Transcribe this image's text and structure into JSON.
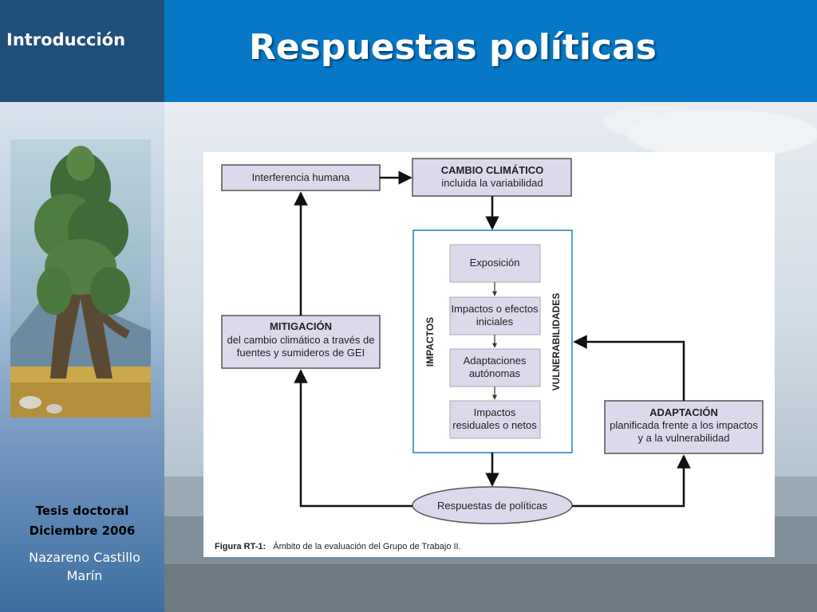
{
  "sidebar": {
    "section_title": "Introducción",
    "thesis_label": "Tesis doctoral",
    "date": "Diciembre 2006",
    "author_line1": "Nazareno Castillo",
    "author_line2": "Marín"
  },
  "header": {
    "title": "Respuestas políticas"
  },
  "diagram": {
    "interferencia": "Interferencia humana",
    "cambio_title": "CAMBIO CLIMÁTICO",
    "cambio_sub": "incluida la variabilidad",
    "exposicion": "Exposición",
    "impactos_iniciales_1": "Impactos o efectos",
    "impactos_iniciales_2": "iniciales",
    "adaptaciones_1": "Adaptaciones",
    "adaptaciones_2": "autónomas",
    "residuales_1": "Impactos",
    "residuales_2": "residuales o netos",
    "impactos_vertical": "IMPACTOS",
    "vulnerabilidades_vertical": "VULNERABILIDADES",
    "mitigacion_title": "MITIGACIÓN",
    "mitigacion_1": "del cambio climático a través de",
    "mitigacion_2": "fuentes y sumideros de GEI",
    "adaptacion_title": "ADAPTACIÓN",
    "adaptacion_1": "planificada frente a los impactos",
    "adaptacion_2": "y a la vulnerabilidad",
    "respuestas": "Respuestas de políticas",
    "caption_bold": "Figura RT-1:",
    "caption_text": "Ámbito de la evaluación del Grupo de Trabajo II."
  },
  "colors": {
    "header_blue": "#0678c6",
    "section_navy": "#1f4f7a",
    "box_fill": "#dcd9ec",
    "frame_blue": "#1f7fc4"
  }
}
